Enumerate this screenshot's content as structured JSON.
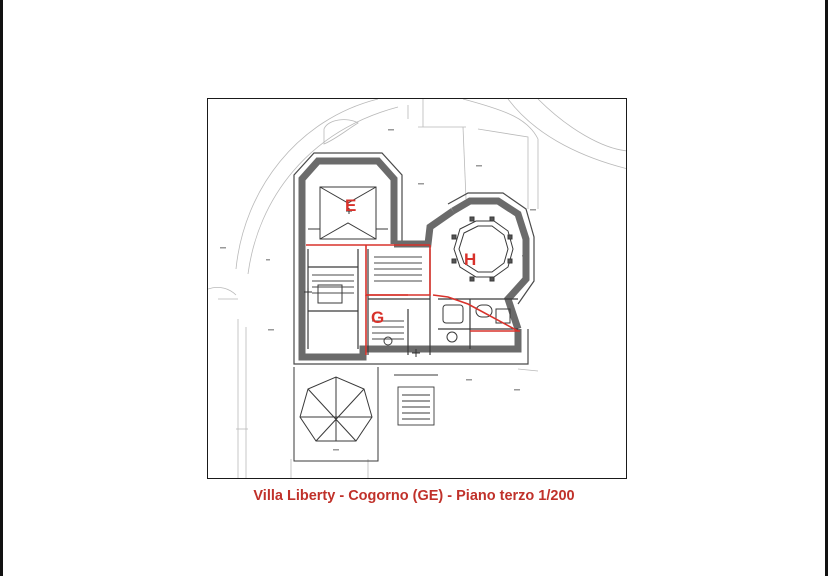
{
  "plan": {
    "room_labels": {
      "e": "E",
      "g": "G",
      "h": "H"
    },
    "accent_color": "#d8322b"
  },
  "caption": {
    "text": "Villa Liberty - Cogorno (GE) - Piano terzo 1/200"
  }
}
